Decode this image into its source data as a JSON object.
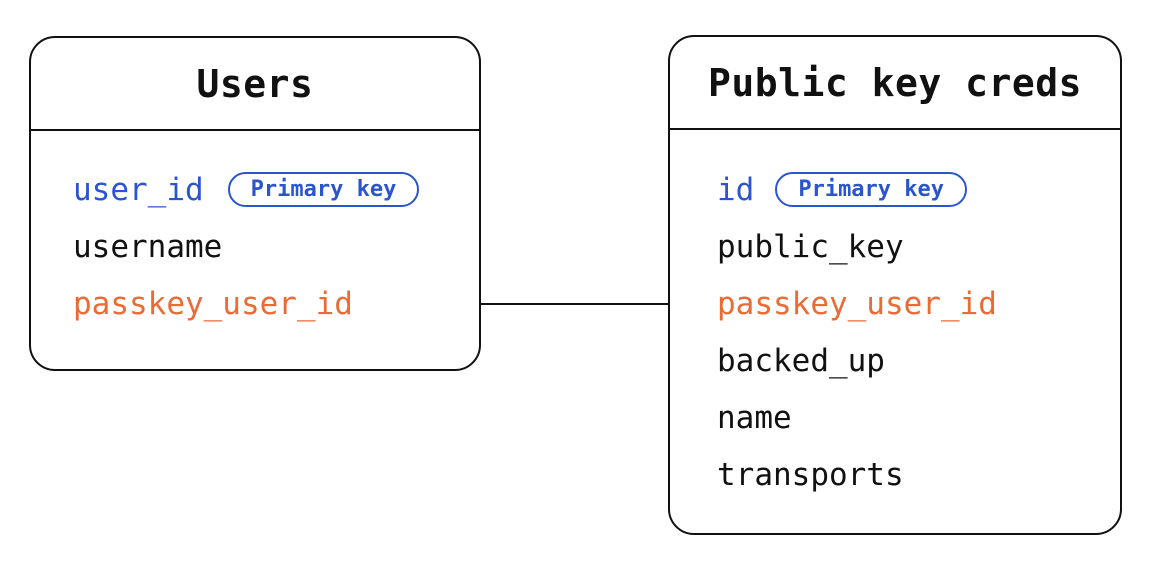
{
  "colors": {
    "blue": "#2b55cf",
    "orange": "#ec6a35",
    "ink": "#111111",
    "bg": "#ffffff"
  },
  "tables": [
    {
      "title": "Users",
      "fields": [
        {
          "name": "user_id",
          "badge": "Primary key",
          "color": "blue"
        },
        {
          "name": "username",
          "color": "ink"
        },
        {
          "name": "passkey_user_id",
          "color": "orange"
        }
      ]
    },
    {
      "title": "Public key creds",
      "fields": [
        {
          "name": "id",
          "badge": "Primary key",
          "color": "blue"
        },
        {
          "name": "public_key",
          "color": "ink"
        },
        {
          "name": "passkey_user_id",
          "color": "orange"
        },
        {
          "name": "backed_up",
          "color": "ink"
        },
        {
          "name": "name",
          "color": "ink"
        },
        {
          "name": "transports",
          "color": "ink"
        }
      ]
    }
  ],
  "relationship": {
    "from_table": "Users",
    "from_field": "passkey_user_id",
    "to_table": "Public key creds",
    "to_field": "passkey_user_id"
  }
}
